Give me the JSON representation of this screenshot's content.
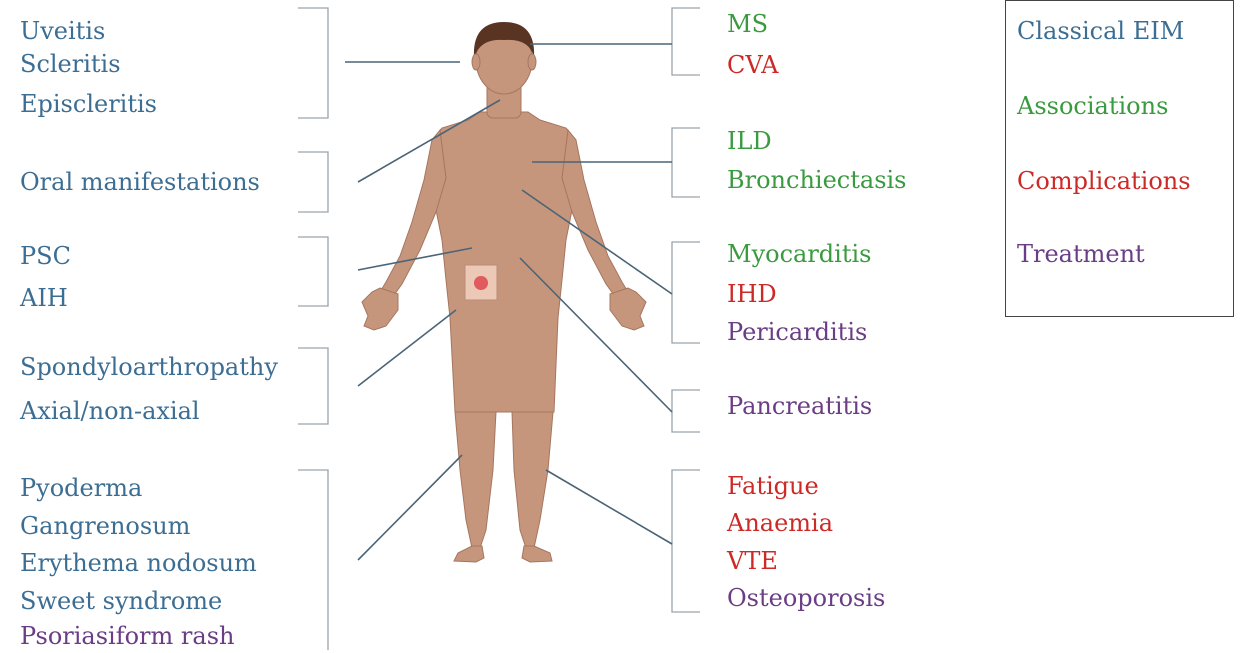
{
  "colors": {
    "classical_eim": "#3c6e93",
    "associations": "#3a9a3f",
    "complications": "#cc2a27",
    "treatment": "#6a3d85",
    "skin": "#c6967c",
    "hair": "#5a3422",
    "connector": "#4a6478",
    "bracket": "#9aa3ab"
  },
  "left_groups": {
    "eye": [
      "Uveitis",
      "Scleritis",
      "Episcleritis"
    ],
    "oral": [
      "Oral manifestations"
    ],
    "liver": [
      "PSC",
      "AIH"
    ],
    "joint": [
      "Spondyloarthropathy",
      "Axial/non-axial"
    ],
    "skin": [
      "Pyoderma",
      "Gangrenosum",
      "Erythema nodosum",
      "Sweet syndrome",
      "Psoriasiform rash"
    ]
  },
  "right_groups": {
    "neuro": [
      "MS",
      "CVA"
    ],
    "lung": [
      "ILD",
      "Bronchiectasis"
    ],
    "heart": [
      "Myocarditis",
      "IHD",
      "Pericarditis"
    ],
    "pancreas": [
      "Pancreatitis"
    ],
    "systemic": [
      "Fatigue",
      "Anaemia",
      "VTE",
      "Osteoporosis"
    ]
  },
  "legend": {
    "classical": "Classical EIM",
    "associations": "Associations",
    "complications": "Complications",
    "treatment": "Treatment"
  }
}
